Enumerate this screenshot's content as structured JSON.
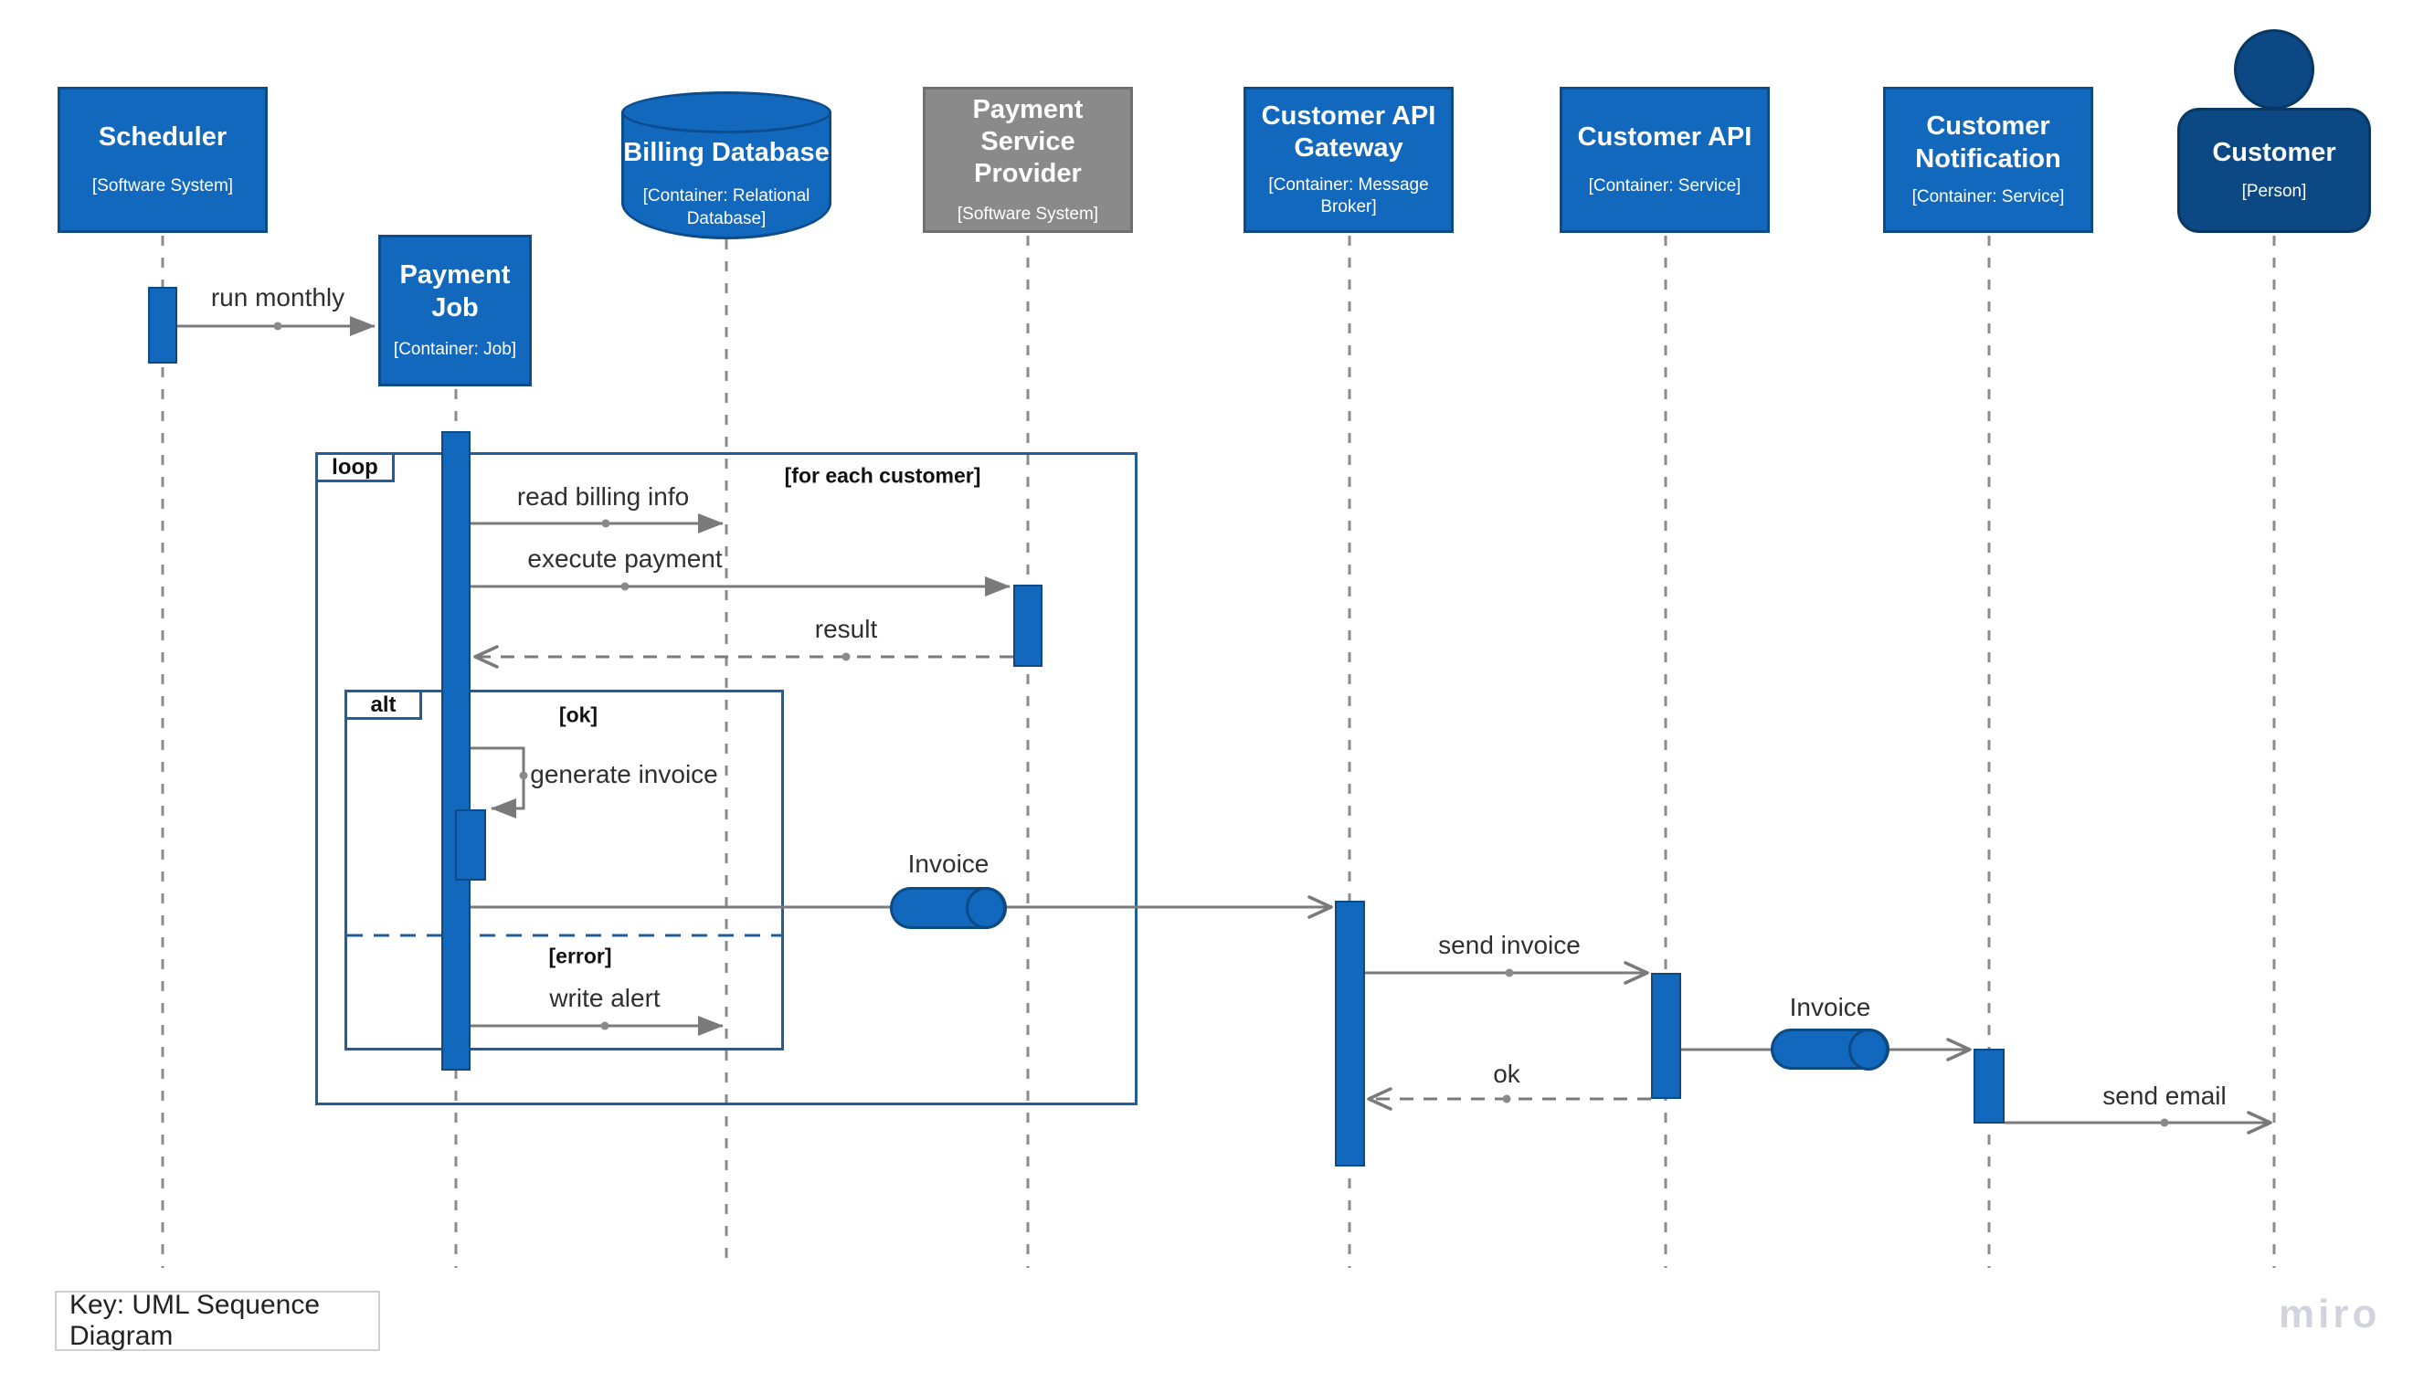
{
  "diagram": {
    "key_label": "Key: UML Sequence Diagram",
    "watermark": "miro"
  },
  "participants": [
    {
      "name": "Scheduler",
      "subtitle": "[Software System]",
      "type": "software-system"
    },
    {
      "name": "Payment Job",
      "subtitle": "[Container: Job]",
      "type": "container"
    },
    {
      "name": "Billing Database",
      "subtitle": "[Container: Relational Database]",
      "type": "database"
    },
    {
      "name": "Payment Service Provider",
      "subtitle": "[Software System]",
      "type": "external-software-system"
    },
    {
      "name": "Customer API Gateway",
      "subtitle": "[Container: Message Broker]",
      "type": "container"
    },
    {
      "name": "Customer API",
      "subtitle": "[Container: Service]",
      "type": "container"
    },
    {
      "name": "Customer Notification",
      "subtitle": "[Container: Service]",
      "type": "container"
    },
    {
      "name": "Customer",
      "subtitle": "[Person]",
      "type": "person"
    }
  ],
  "fragments": {
    "loop": {
      "label": "loop",
      "guard": "[for each customer]"
    },
    "alt": {
      "label": "alt",
      "guard_ok": "[ok]",
      "guard_error": "[error]"
    }
  },
  "messages": [
    {
      "label": "run monthly",
      "from": "Scheduler",
      "to": "Payment Job",
      "style": "sync"
    },
    {
      "label": "read billing info",
      "from": "Payment Job",
      "to": "Billing Database",
      "style": "sync"
    },
    {
      "label": "execute payment",
      "from": "Payment Job",
      "to": "Payment Service Provider",
      "style": "sync"
    },
    {
      "label": "result",
      "from": "Payment Service Provider",
      "to": "Payment Job",
      "style": "dashed-return"
    },
    {
      "label": "generate invoice",
      "from": "Payment Job",
      "to": "Payment Job",
      "style": "self"
    },
    {
      "label": "Invoice",
      "from": "Payment Job",
      "to": "Customer API Gateway",
      "style": "async-data"
    },
    {
      "label": "send invoice",
      "from": "Customer API Gateway",
      "to": "Customer API",
      "style": "async"
    },
    {
      "label": "Invoice",
      "from": "Customer API",
      "to": "Customer Notification",
      "style": "async-data"
    },
    {
      "label": "ok",
      "from": "Customer API",
      "to": "Customer API Gateway",
      "style": "dashed-return"
    },
    {
      "label": "send email",
      "from": "Customer Notification",
      "to": "Customer",
      "style": "async"
    },
    {
      "label": "write alert",
      "from": "Payment Job",
      "to": "Billing Database",
      "style": "sync"
    }
  ],
  "colors": {
    "element_blue": "#1168bd",
    "element_blue_border": "#0c4c8a",
    "person_blue": "#0b4884",
    "person_border": "#083763",
    "external_gray": "#8a8a8a",
    "external_gray_border": "#6f6f6f",
    "fragment_border": "#205d9b",
    "arrow_gray": "#7a7a7a",
    "lifeline_gray": "#8b8b8b",
    "watermark_gray": "#d3d3dd"
  }
}
